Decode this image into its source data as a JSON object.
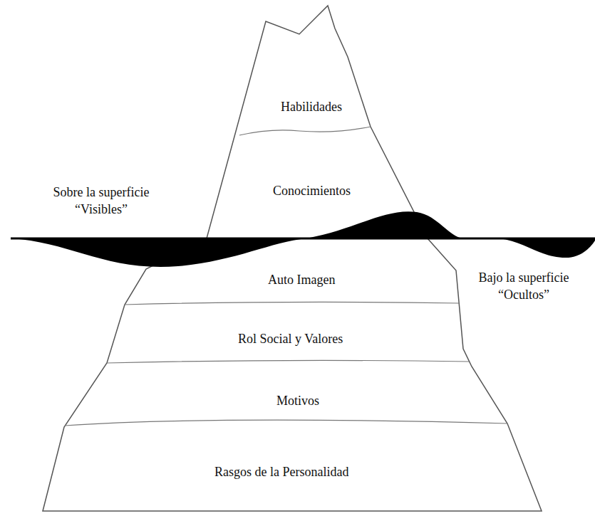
{
  "diagram": {
    "nodes": [
      {
        "text": [
          "Habilidades"
        ]
      },
      {
        "text": [
          "Conocimientos"
        ]
      },
      {
        "text": [
          "Auto Imagen"
        ]
      },
      {
        "text": [
          "Rol Social y Valores"
        ]
      },
      {
        "text": [
          "Motivos"
        ]
      },
      {
        "text": [
          "Rasgos de la Personalidad"
        ]
      }
    ],
    "labels": [
      "Sobre la superficie “Visibles”",
      "Bajo la superficie “Ocultos”"
    ]
  }
}
